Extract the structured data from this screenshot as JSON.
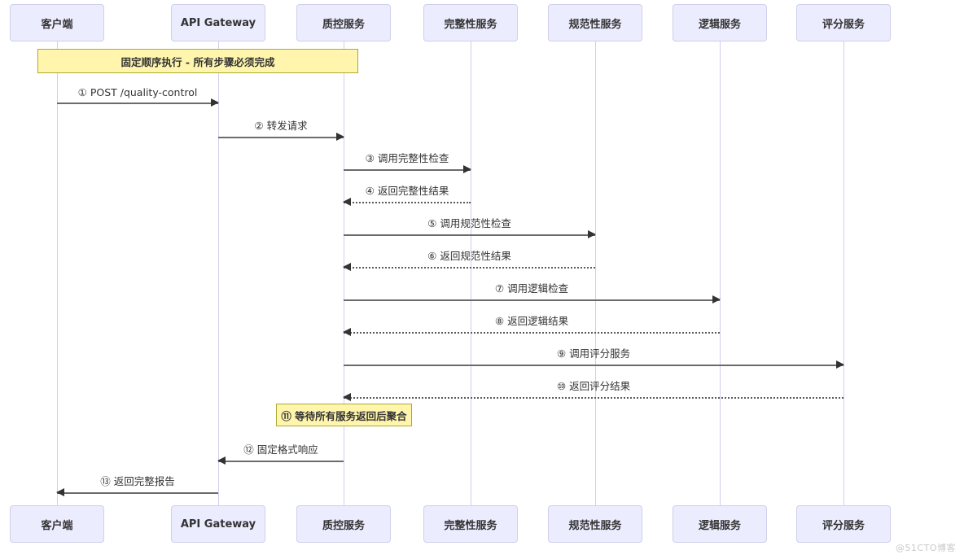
{
  "diagram": {
    "type": "sequence",
    "title_note": "固定顺序执行 - 所有步骤必须完成",
    "colors": {
      "participant_fill": "#ECECFF",
      "participant_border": "#CFCFEA",
      "note_fill": "#FFF5AD",
      "note_border": "#AAAA33",
      "lifeline": "#D5CDEB",
      "arrow_line": "#6B6B6B",
      "arrow_head": "#333333",
      "text": "#333333",
      "watermark": "#C9C9C9"
    },
    "participants": [
      {
        "label": "客户端"
      },
      {
        "label": "API Gateway"
      },
      {
        "label": "质控服务"
      },
      {
        "label": "完整性服务"
      },
      {
        "label": "规范性服务"
      },
      {
        "label": "逻辑服务"
      },
      {
        "label": "评分服务"
      }
    ],
    "notes": [
      {
        "label": "固定顺序执行 - 所有步骤必须完成",
        "over": [
          "客户端",
          "质控服务"
        ]
      },
      {
        "label": "⑪ 等待所有服务返回后聚合",
        "over": [
          "质控服务"
        ]
      }
    ],
    "messages": [
      {
        "label": "① POST /quality-control",
        "from": "客户端",
        "to": "API Gateway",
        "style": "solid"
      },
      {
        "label": "② 转发请求",
        "from": "API Gateway",
        "to": "质控服务",
        "style": "solid"
      },
      {
        "label": "③ 调用完整性检查",
        "from": "质控服务",
        "to": "完整性服务",
        "style": "solid"
      },
      {
        "label": "④ 返回完整性结果",
        "from": "完整性服务",
        "to": "质控服务",
        "style": "dashed"
      },
      {
        "label": "⑤ 调用规范性检查",
        "from": "质控服务",
        "to": "规范性服务",
        "style": "solid"
      },
      {
        "label": "⑥ 返回规范性结果",
        "from": "规范性服务",
        "to": "质控服务",
        "style": "dashed"
      },
      {
        "label": "⑦ 调用逻辑检查",
        "from": "质控服务",
        "to": "逻辑服务",
        "style": "solid"
      },
      {
        "label": "⑧ 返回逻辑结果",
        "from": "逻辑服务",
        "to": "质控服务",
        "style": "dashed"
      },
      {
        "label": "⑨ 调用评分服务",
        "from": "质控服务",
        "to": "评分服务",
        "style": "solid"
      },
      {
        "label": "⑩ 返回评分结果",
        "from": "评分服务",
        "to": "质控服务",
        "style": "dashed"
      },
      {
        "label": "⑫ 固定格式响应",
        "from": "质控服务",
        "to": "API Gateway",
        "style": "solid"
      },
      {
        "label": "⑬ 返回完整报告",
        "from": "API Gateway",
        "to": "客户端",
        "style": "solid"
      }
    ],
    "watermark": "@51CTO博客"
  }
}
